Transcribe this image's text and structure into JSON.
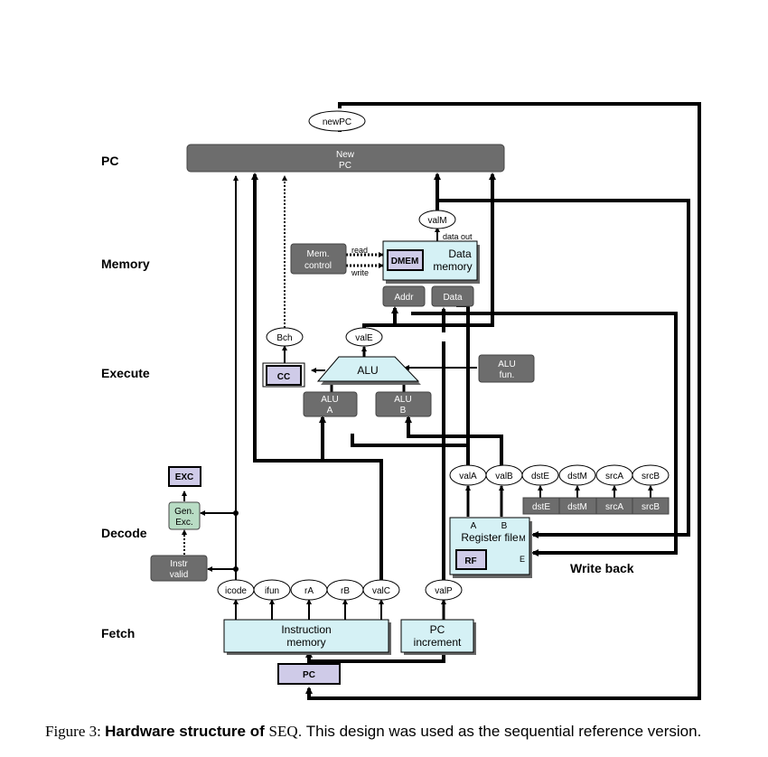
{
  "stages": {
    "pc": "PC",
    "memory": "Memory",
    "execute": "Execute",
    "decode": "Decode",
    "fetch": "Fetch"
  },
  "new_pc": {
    "line1": "New",
    "line2": "PC"
  },
  "signals": {
    "newPC": "newPC",
    "valM": "valM",
    "Bch": "Bch",
    "valE": "valE",
    "valA": "valA",
    "valB": "valB",
    "dstE": "dstE",
    "dstM": "dstM",
    "srcA": "srcA",
    "srcB": "srcB",
    "icode": "icode",
    "ifun": "ifun",
    "rA": "rA",
    "rB": "rB",
    "valC": "valC",
    "valP": "valP"
  },
  "memory_stage": {
    "mem_control": {
      "line1": "Mem.",
      "line2": "control"
    },
    "read": "read",
    "write": "write",
    "data_out": "data out",
    "dmem": "DMEM",
    "data_memory": {
      "line1": "Data",
      "line2": "memory"
    },
    "addr": "Addr",
    "data": "Data"
  },
  "execute_stage": {
    "cc": "CC",
    "alu": "ALU",
    "alu_a": {
      "line1": "ALU",
      "line2": "A"
    },
    "alu_b": {
      "line1": "ALU",
      "line2": "B"
    },
    "alu_fun": {
      "line1": "ALU",
      "line2": "fun."
    }
  },
  "decode_stage": {
    "exc": "EXC",
    "gen_exc": {
      "line1": "Gen.",
      "line2": "Exc."
    },
    "instr_valid": {
      "line1": "Instr",
      "line2": "valid"
    },
    "regfile": {
      "title": "Register file",
      "port_a": "A",
      "port_b": "B",
      "port_m": "M",
      "port_e": "E",
      "rf": "RF"
    },
    "dst_src": [
      "dstE",
      "dstM",
      "srcA",
      "srcB"
    ],
    "write_back": "Write back"
  },
  "fetch_stage": {
    "instr_mem": {
      "line1": "Instruction",
      "line2": "memory"
    },
    "pc_inc": {
      "line1": "PC",
      "line2": "increment"
    },
    "pc": "PC"
  },
  "caption": {
    "fig": "Figure 3: ",
    "bold": "Hardware structure of ",
    "sc": "SEQ",
    "rest": ". This design was used as the sequential reference version."
  },
  "colors": {
    "gray_box": "#6d6d6d",
    "light_cyan": "#d5f1f5",
    "lavender": "#cfcbe8",
    "green": "#b8dcc4"
  }
}
